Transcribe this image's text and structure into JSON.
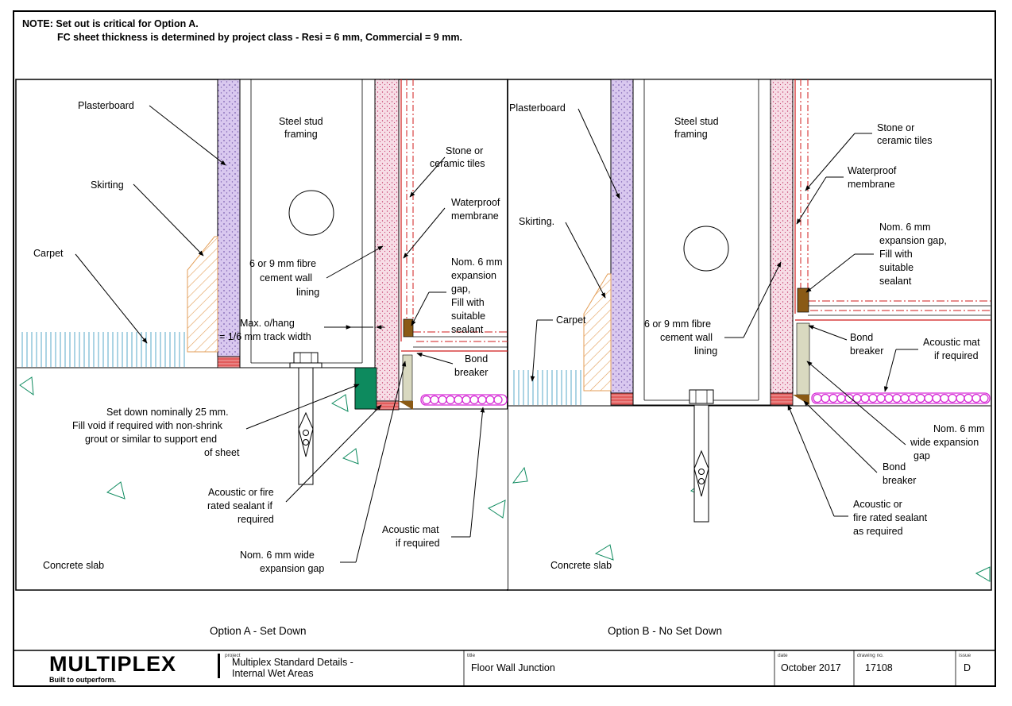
{
  "note": {
    "line1": "NOTE: Set out is critical for Option A.",
    "line2": "FC sheet thickness is determined by project class - Resi = 6 mm, Commercial = 9 mm."
  },
  "option_a": {
    "caption": "Option A - Set Down",
    "labels": {
      "plasterboard": "Plasterboard",
      "steel_stud_1": "Steel stud",
      "steel_stud_2": "framing",
      "tiles_1": "Stone or",
      "tiles_2": "ceramic tiles",
      "skirting": "Skirting",
      "membrane_1": "Waterproof",
      "membrane_2": "membrane",
      "carpet": "Carpet",
      "fibre_1": "6 or 9 mm fibre",
      "fibre_2": "cement wall",
      "fibre_3": "lining",
      "exp_1": "Nom. 6 mm",
      "exp_2": "expansion",
      "exp_3": "gap,",
      "exp_4": "Fill with",
      "exp_5": "suitable",
      "exp_6": "sealant",
      "ohang_1": "Max. o/hang",
      "ohang_2": "= 1/6 mm track width",
      "bond_1": "Bond",
      "bond_2": "breaker",
      "setdown_1": "Set down nominally 25 mm.",
      "setdown_2": "Fill void if required with non-shrink",
      "setdown_3": "grout or similar to support end",
      "setdown_4": "of sheet",
      "acoustic_1": "Acoustic or fire",
      "acoustic_2": "rated sealant if",
      "acoustic_3": "required",
      "mat_1": "Acoustic mat",
      "mat_2": "if required",
      "concrete": "Concrete slab",
      "wide_1": "Nom. 6 mm wide",
      "wide_2": "expansion gap"
    }
  },
  "option_b": {
    "caption": "Option B - No Set Down",
    "labels": {
      "plasterboard": "Plasterboard",
      "steel_stud_1": "Steel stud",
      "steel_stud_2": "framing",
      "tiles_1": "Stone or",
      "tiles_2": "ceramic tiles",
      "membrane_1": "Waterproof",
      "membrane_2": "membrane",
      "skirting": "Skirting.",
      "exp_1": "Nom. 6 mm",
      "exp_2": "expansion gap,",
      "exp_3": "Fill with",
      "exp_4": "suitable",
      "exp_5": "sealant",
      "carpet": "Carpet",
      "fibre_1": "6 or 9 mm fibre",
      "fibre_2": "cement wall",
      "fibre_3": "lining",
      "bond_1": "Bond",
      "bond_2": "breaker",
      "mat_1": "Acoustic mat",
      "mat_2": "if required",
      "wide_1": "Nom. 6 mm",
      "wide_2": "wide expansion",
      "wide_3": "gap",
      "bond2_1": "Bond",
      "bond2_2": "breaker",
      "acoustic_1": "Acoustic or",
      "acoustic_2": "fire rated sealant",
      "acoustic_3": "as required",
      "concrete": "Concrete slab"
    }
  },
  "title_block": {
    "logo": "MULTIPLEX",
    "tagline": "Built to outperform.",
    "project_tag": "project",
    "project_1": "Multiplex Standard Details -",
    "project_2": "Internal Wet Areas",
    "title_tag": "title",
    "title": "Floor Wall Junction",
    "date_tag": "date",
    "date": "October 2017",
    "drawing_tag": "drawing no.",
    "drawing_no": "17108",
    "issue_tag": "issue",
    "issue": "D"
  },
  "colors": {
    "plasterboard_fill": "#d9c8ef",
    "fc_fill": "#f7d7e2",
    "skirting_hatch": "#e39e57",
    "carpet": "#5aa8c8",
    "grout": "#0d8a5e",
    "sealant": "#8a5a15",
    "bond_breaker": "#d9d9c0",
    "acoustic_mat": "#d62ad6",
    "red_line": "#d11b1b"
  }
}
